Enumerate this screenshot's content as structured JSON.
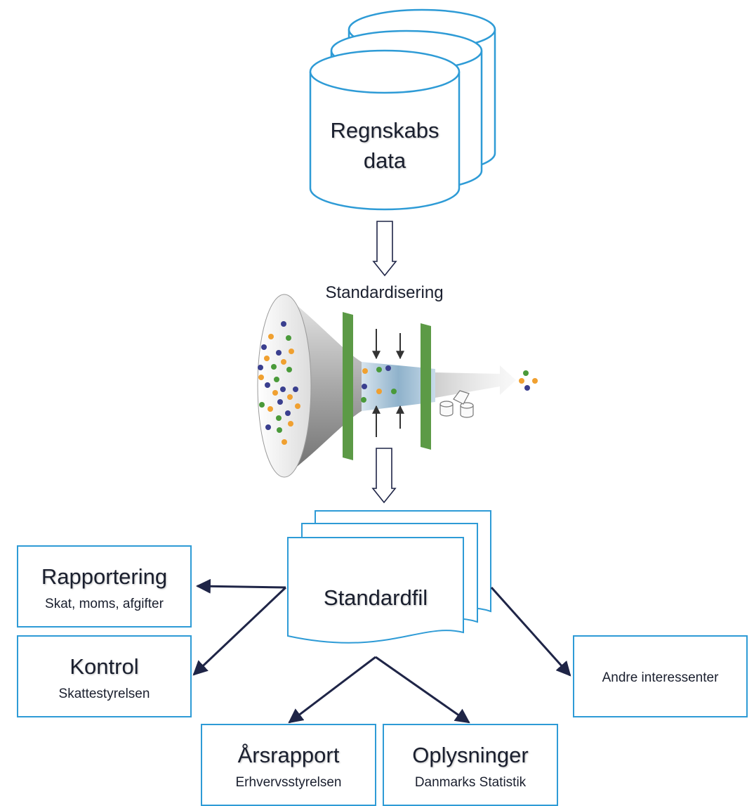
{
  "database": {
    "line1": "Regnskabs",
    "line2": "data"
  },
  "process": {
    "label": "Standardisering"
  },
  "standard_file": {
    "label": "Standardfil"
  },
  "outputs": {
    "rapportering": {
      "title": "Rapportering",
      "subtitle": "Skat, moms, afgifter"
    },
    "kontrol": {
      "title": "Kontrol",
      "subtitle": "Skattestyrelsen"
    },
    "andre": {
      "title": "Andre interessenter"
    },
    "arsrapport": {
      "title": "Årsrapport",
      "subtitle": "Erhvervsstyrelsen"
    },
    "oplysninger": {
      "title": "Oplysninger",
      "subtitle": "Danmarks Statistik"
    }
  },
  "colors": {
    "border": "#2e9bd6",
    "arrow": "#1f2547",
    "filter": "#5c9a46",
    "ball_blue": "#3a3f8f",
    "ball_orange": "#f0a030",
    "ball_green": "#4a9a3a"
  }
}
